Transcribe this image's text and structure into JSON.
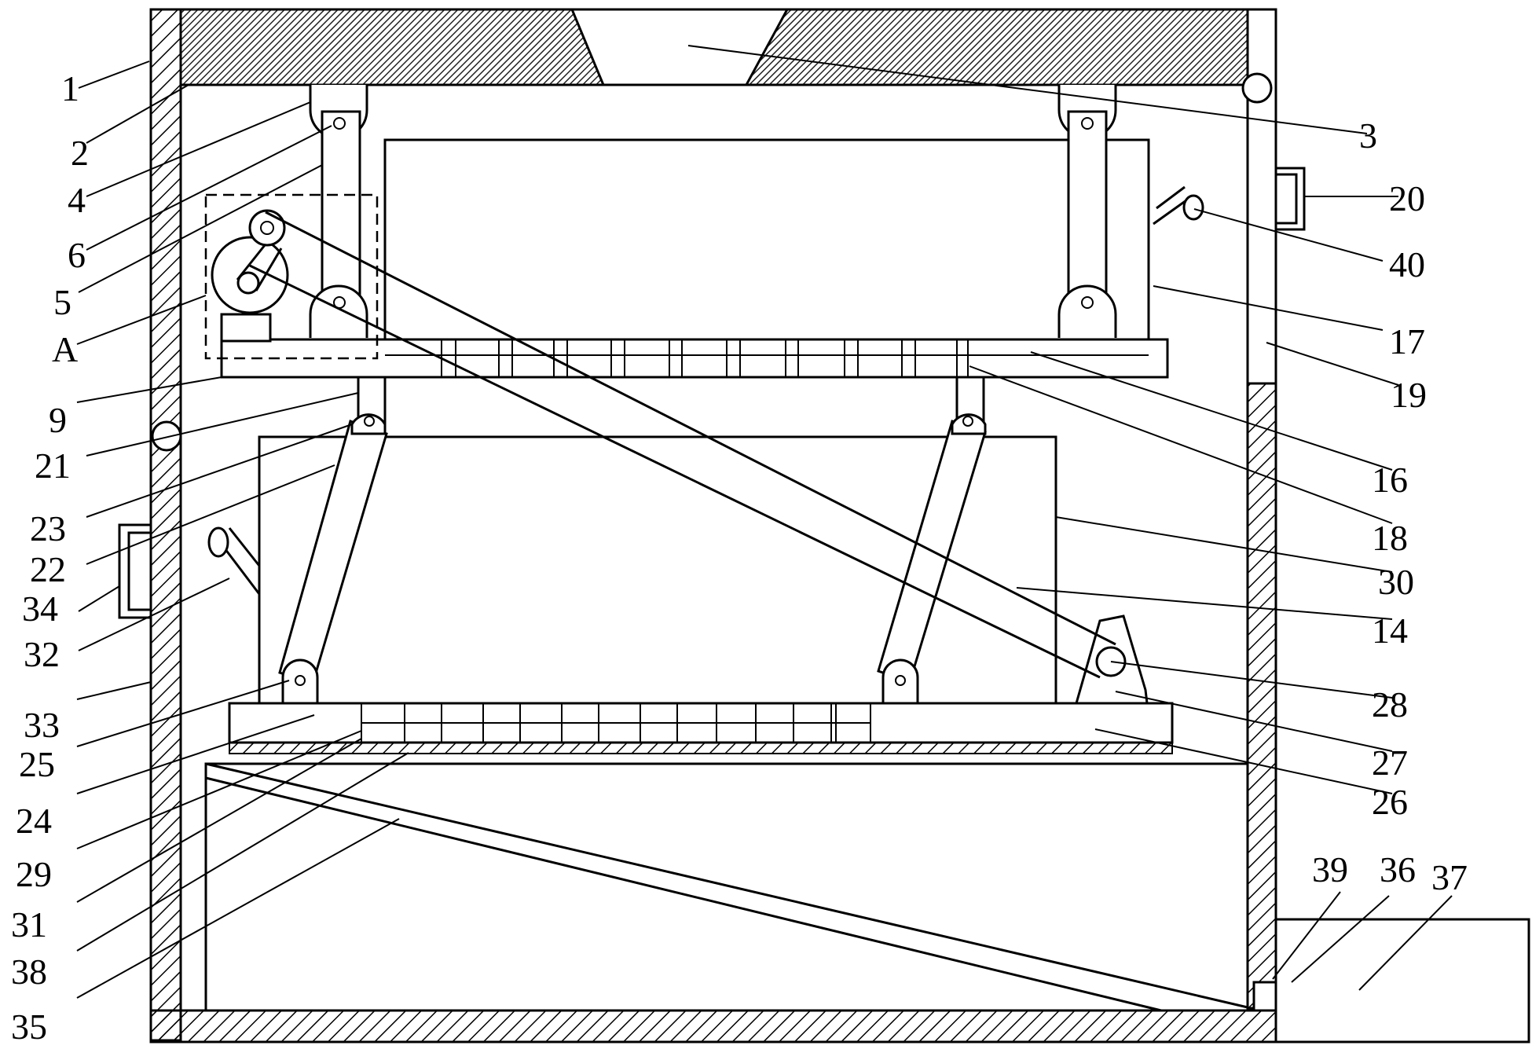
{
  "labels": {
    "l1": "1",
    "l2": "2",
    "l3": "3",
    "l4": "4",
    "l5": "5",
    "l6": "6",
    "lA": "A",
    "l9": "9",
    "l14": "14",
    "l16": "16",
    "l17": "17",
    "l18": "18",
    "l19": "19",
    "l20": "20",
    "l21": "21",
    "l22": "22",
    "l23": "23",
    "l24": "24",
    "l25": "25",
    "l26": "26",
    "l27": "27",
    "l28": "28",
    "l29": "29",
    "l30": "30",
    "l31": "31",
    "l32": "32",
    "l33": "33",
    "l34": "34",
    "l35": "35",
    "l36": "36",
    "l37": "37",
    "l38": "38",
    "l39": "39",
    "l40": "40"
  }
}
